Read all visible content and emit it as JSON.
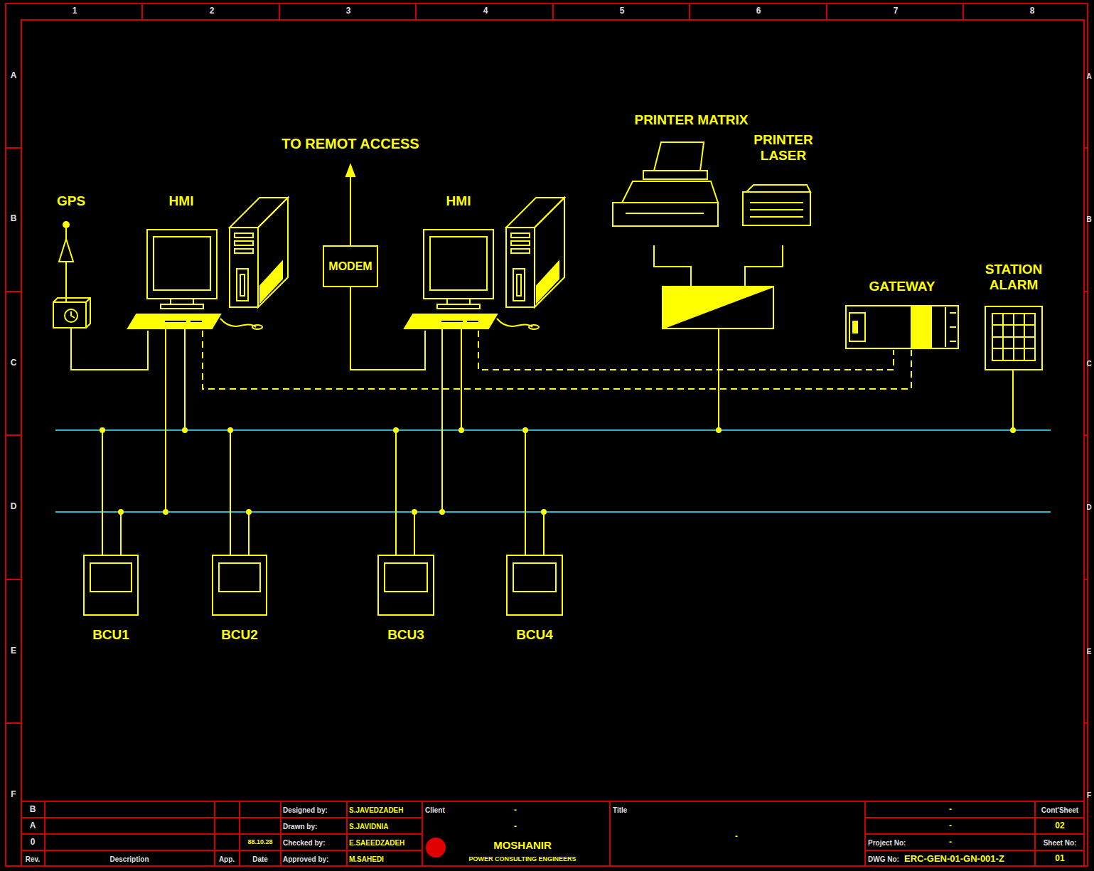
{
  "diagram": {
    "nodes": [
      {
        "text": [
          "GPS"
        ]
      },
      {
        "text": [
          "HMI"
        ]
      },
      {
        "text": [
          "MODEM"
        ]
      },
      {
        "text": [
          "HMI"
        ]
      },
      {
        "text": [
          "PRINTER MATRIX"
        ]
      },
      {
        "text": [
          "PRINTER LASER"
        ]
      },
      {
        "text": [
          "GATEWAY"
        ]
      },
      {
        "text": [
          "STATION ALARM"
        ]
      },
      {
        "text": [
          "BCU1"
        ]
      },
      {
        "text": [
          "BCU2"
        ]
      },
      {
        "text": [
          "BCU3"
        ]
      },
      {
        "text": [
          "BCU4"
        ]
      }
    ],
    "edges": [
      {
        "from": 0,
        "to": 1,
        "arrow": "none"
      },
      {
        "from": 2,
        "to": 3,
        "arrow": "none"
      },
      {
        "from": 1,
        "to": 6,
        "arrow": "none"
      },
      {
        "from": 3,
        "to": 6,
        "arrow": "none"
      }
    ],
    "labels": [
      "TO REMOT ACCESS",
      "1",
      "2",
      "3",
      "4",
      "5",
      "6",
      "7",
      "8",
      "A",
      "B",
      "C",
      "D",
      "E",
      "F",
      "A",
      "B",
      "C",
      "D",
      "E",
      "F",
      "B",
      "A",
      "0",
      "Rev.",
      "Description",
      "App.",
      "Date",
      "88.10.28",
      "Designed by:",
      "S.JAVEDZADEH",
      "Drawn by:",
      "S.JAVIDNIA",
      "Checked by:",
      "E.SAEEDZADEH",
      "Approved by:",
      "M.SAHEDI",
      "Client",
      "-",
      "-",
      "MOSHANIR",
      "POWER CONSULTING ENGINEERS",
      "Title",
      "-",
      "-",
      "-",
      "Project No:",
      "-",
      "DWG No:",
      "ERC-GEN-01-GN-001-Z",
      "Cont'Sheet",
      "02",
      "Sheet No:",
      "01"
    ]
  }
}
